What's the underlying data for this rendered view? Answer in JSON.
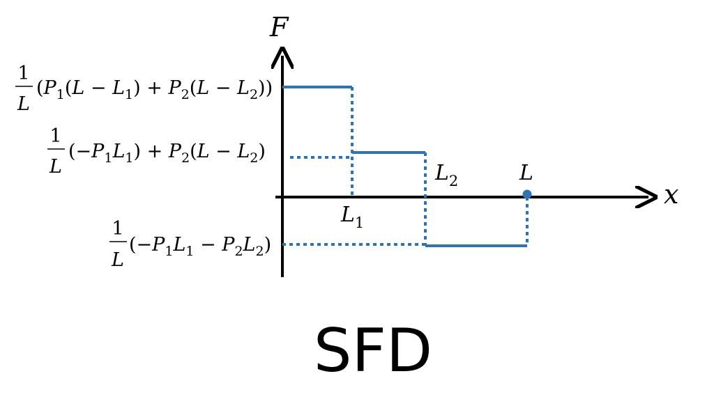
{
  "diagram": {
    "title": "SFD",
    "y_axis_label": "F",
    "x_axis_label": "x",
    "colors": {
      "axis": "#000000",
      "series": "#2e74b5",
      "text": "#000000"
    },
    "x_markers": {
      "l1": {
        "base": "L",
        "sub": "1"
      },
      "l2": {
        "base": "L",
        "sub": "2"
      },
      "l": {
        "base": "L"
      }
    },
    "levels": {
      "top": {
        "num": "1",
        "den": "L",
        "expr": {
          "t0": "(",
          "t1": "P",
          "t2": "1",
          "t3": "(",
          "t4": "L",
          "t5": " − ",
          "t6": "L",
          "t7": "1",
          "t8": ") + ",
          "t9": "P",
          "t10": "2",
          "t11": "(",
          "t12": "L",
          "t13": " − ",
          "t14": "L",
          "t15": "2",
          "t16": "))"
        }
      },
      "middle": {
        "num": "1",
        "den": "L",
        "expr": {
          "t0": "(−",
          "t1": "P",
          "t2": "1",
          "t3": "L",
          "t4": "1",
          "t5": ") + ",
          "t6": "P",
          "t7": "2",
          "t8": "(",
          "t9": "L",
          "t10": " − ",
          "t11": "L",
          "t12": "2",
          "t13": ")"
        }
      },
      "bottom": {
        "num": "1",
        "den": "L",
        "expr": {
          "t0": "(−",
          "t1": "P",
          "t2": "1",
          "t3": "L",
          "t4": "1",
          "t5": " − ",
          "t6": "P",
          "t7": "2",
          "t8": "L",
          "t9": "2",
          "t10": ")"
        }
      }
    }
  }
}
